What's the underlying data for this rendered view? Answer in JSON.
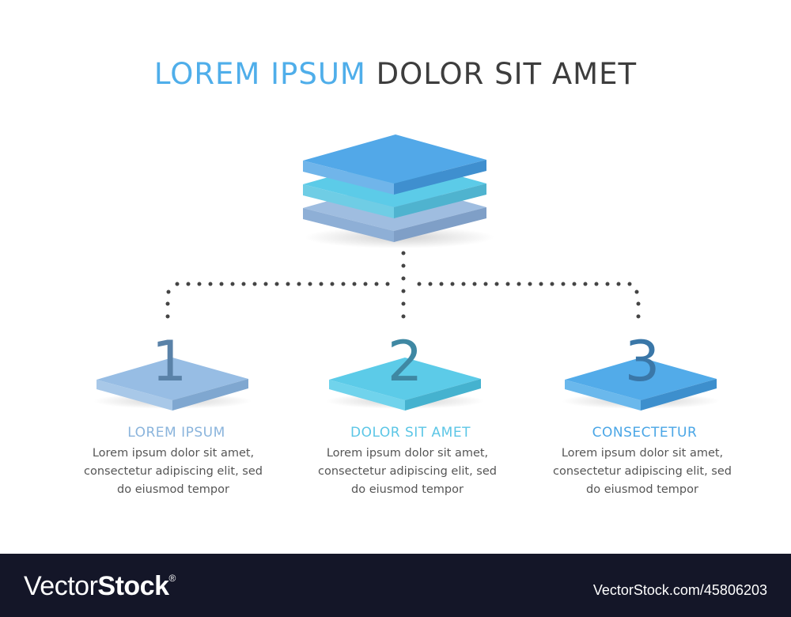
{
  "title": {
    "part1": "LOREM IPSUM",
    "part2": "DOLOR SIT AMET"
  },
  "colors": {
    "accent_blue": "#4faeea",
    "cyan": "#5ccbe8",
    "pale_blue": "#9fc2e4",
    "number": "#4e7fa5",
    "dark_text": "#3d3d3d",
    "footer_bg": "#141628"
  },
  "steps": [
    {
      "number": "1",
      "title": "LOREM IPSUM",
      "text": [
        "Lorem ipsum dolor sit amet,",
        "consectetur adipiscing elit, sed",
        "do eiusmod tempor"
      ],
      "color": "#8fb6e0"
    },
    {
      "number": "2",
      "title": "DOLOR SIT AMET",
      "text": [
        "Lorem ipsum dolor sit amet,",
        "consectetur adipiscing elit, sed",
        "do eiusmod tempor"
      ],
      "color": "#5ccbe8"
    },
    {
      "number": "3",
      "title": "CONSECTETUR",
      "text": [
        "Lorem ipsum dolor sit amet,",
        "consectetur adipiscing elit, sed",
        "do eiusmod tempor"
      ],
      "color": "#4faeea"
    }
  ],
  "footer": {
    "logo_light": "Vector",
    "logo_bold": "Stock",
    "logo_mark": "®",
    "reference": "VectorStock.com/45806203"
  }
}
